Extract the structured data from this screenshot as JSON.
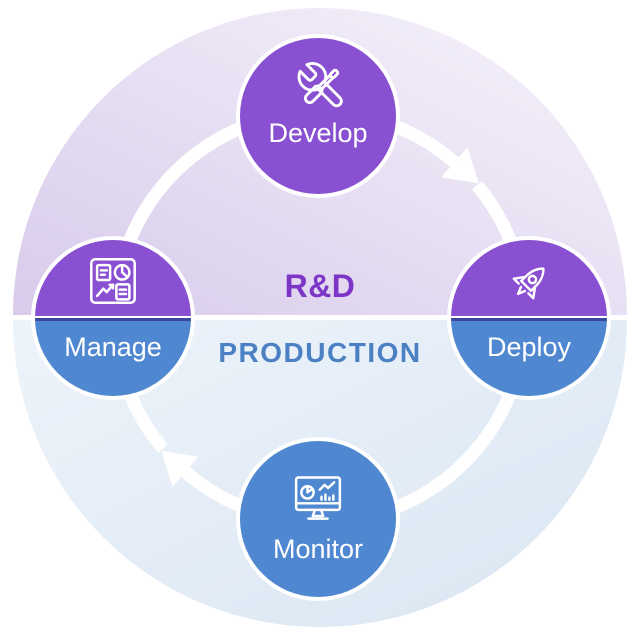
{
  "diagram": {
    "type": "cycle",
    "direction": "clockwise",
    "zones": [
      {
        "label": "R&D",
        "position": "top-half"
      },
      {
        "label": "PRODUCTION",
        "position": "bottom-half"
      }
    ],
    "nodes": [
      {
        "label": "Develop",
        "icon": "wrench-screwdriver-icon",
        "zone": "R&D",
        "position": "top"
      },
      {
        "label": "Deploy",
        "icon": "rocket-icon",
        "zone": "R&D/PRODUCTION",
        "position": "right"
      },
      {
        "label": "Monitor",
        "icon": "monitor-graph-icon",
        "zone": "PRODUCTION",
        "position": "bottom"
      },
      {
        "label": "Manage",
        "icon": "dashboard-icon",
        "zone": "R&D/PRODUCTION",
        "position": "left"
      }
    ]
  },
  "theme": {
    "node-purple": "#8a50d2",
    "node-blue": "#4f88d0",
    "rd-text": "#7c35c6",
    "production-text": "#4b80c3",
    "divider-dark": "#3c46a0",
    "bg-rd-start": "#d8cbeb",
    "bg-rd-end": "#f7f4fb",
    "bg-prod-start": "#edf3fa",
    "bg-prod-end": "#dae6f3",
    "arrow-white": "#ffffff"
  }
}
